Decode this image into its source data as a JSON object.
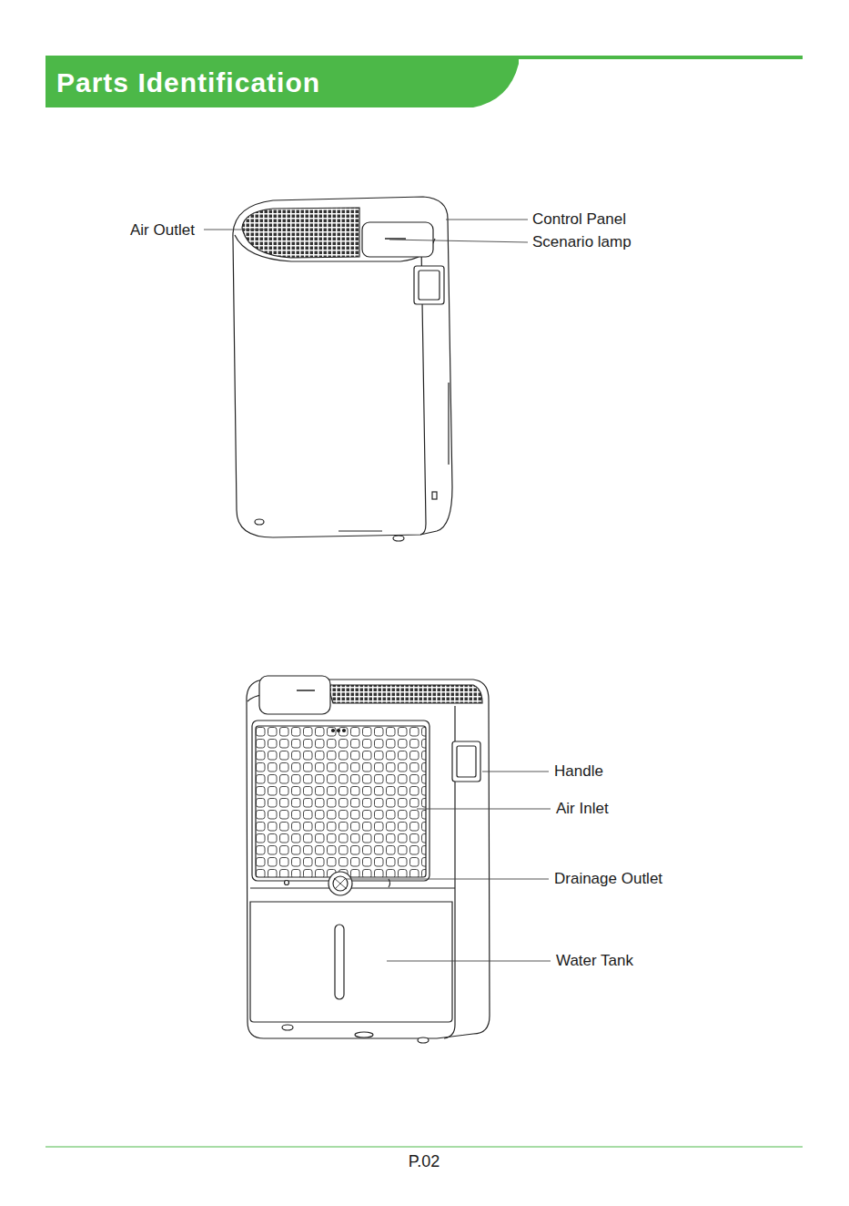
{
  "diagram": {
    "title": "Parts Identification",
    "labels": [
      "Air Outlet",
      "Control Panel",
      "Scenario lamp",
      "Handle",
      "Air Inlet",
      "Drainage Outlet",
      "Water Tank",
      "P.02"
    ]
  }
}
